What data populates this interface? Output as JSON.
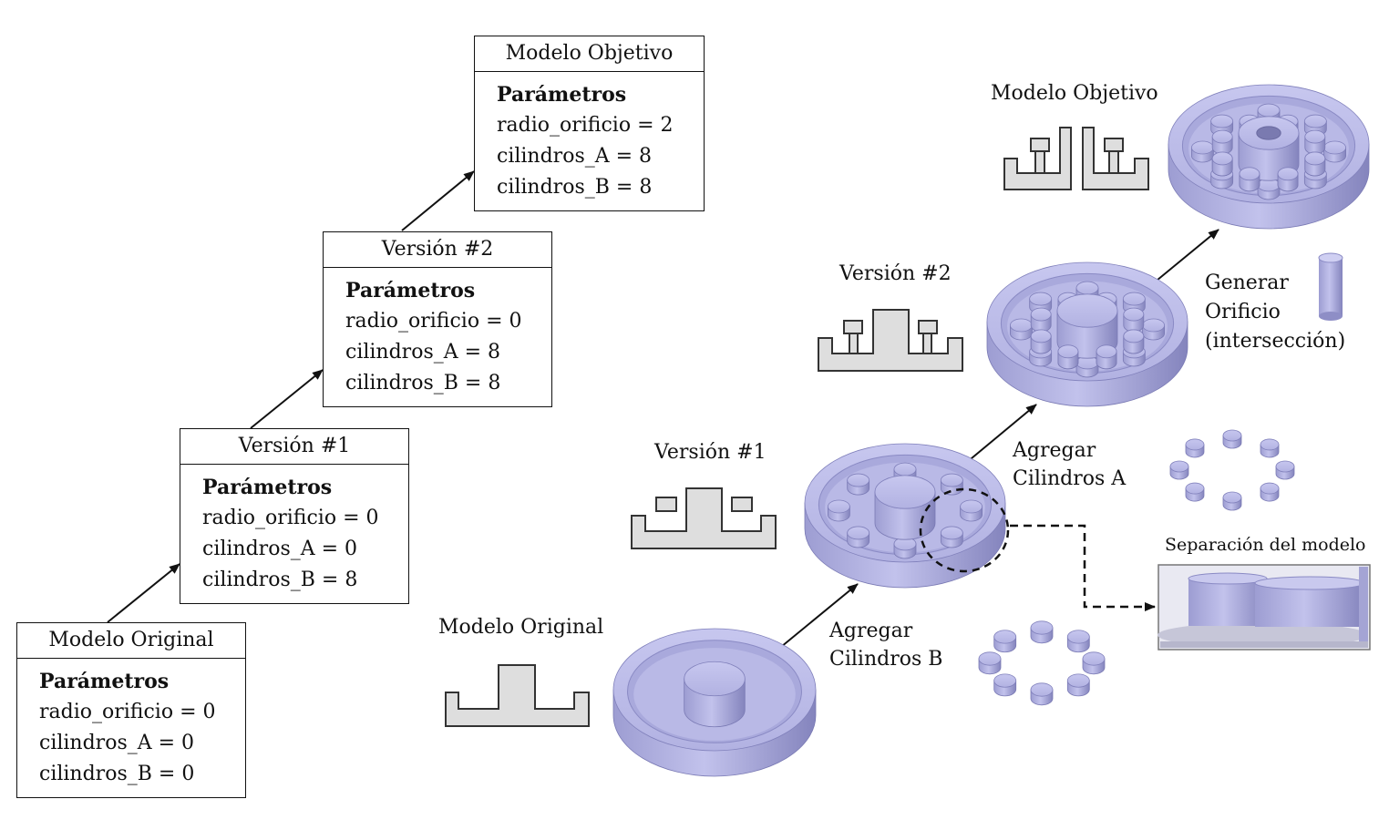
{
  "boxes": [
    {
      "id": "original",
      "title": "Modelo Original",
      "section": "Parámetros",
      "params": [
        "radio_orificio = 0",
        "cilindros_A = 0",
        "cilindros_B = 0"
      ]
    },
    {
      "id": "v1",
      "title": "Versión #1",
      "section": "Parámetros",
      "params": [
        "radio_orificio = 0",
        "cilindros_A = 0",
        "cilindros_B = 8"
      ]
    },
    {
      "id": "v2",
      "title": "Versión #2",
      "section": "Parámetros",
      "params": [
        "radio_orificio = 0",
        "cilindros_A = 8",
        "cilindros_B = 8"
      ]
    },
    {
      "id": "target",
      "title": "Modelo Objetivo",
      "section": "Parámetros",
      "params": [
        "radio_orificio = 2",
        "cilindros_A = 8",
        "cilindros_B = 8"
      ]
    }
  ],
  "labels": {
    "original": "Modelo Original",
    "v1": "Versión #1",
    "v2": "Versión #2",
    "target": "Modelo Objetivo",
    "step_b": [
      "Agregar",
      "Cilindros B"
    ],
    "step_a": [
      "Agregar",
      "Cilindros A"
    ],
    "step_hole": [
      "Generar",
      "Orificio",
      "(intersección)"
    ],
    "separation": "Separación del modelo"
  },
  "colors": {
    "part_fill": "#b9b9e6",
    "part_dark": "#8a8ac4",
    "section_fill": "#dedede",
    "line": "#111111"
  }
}
